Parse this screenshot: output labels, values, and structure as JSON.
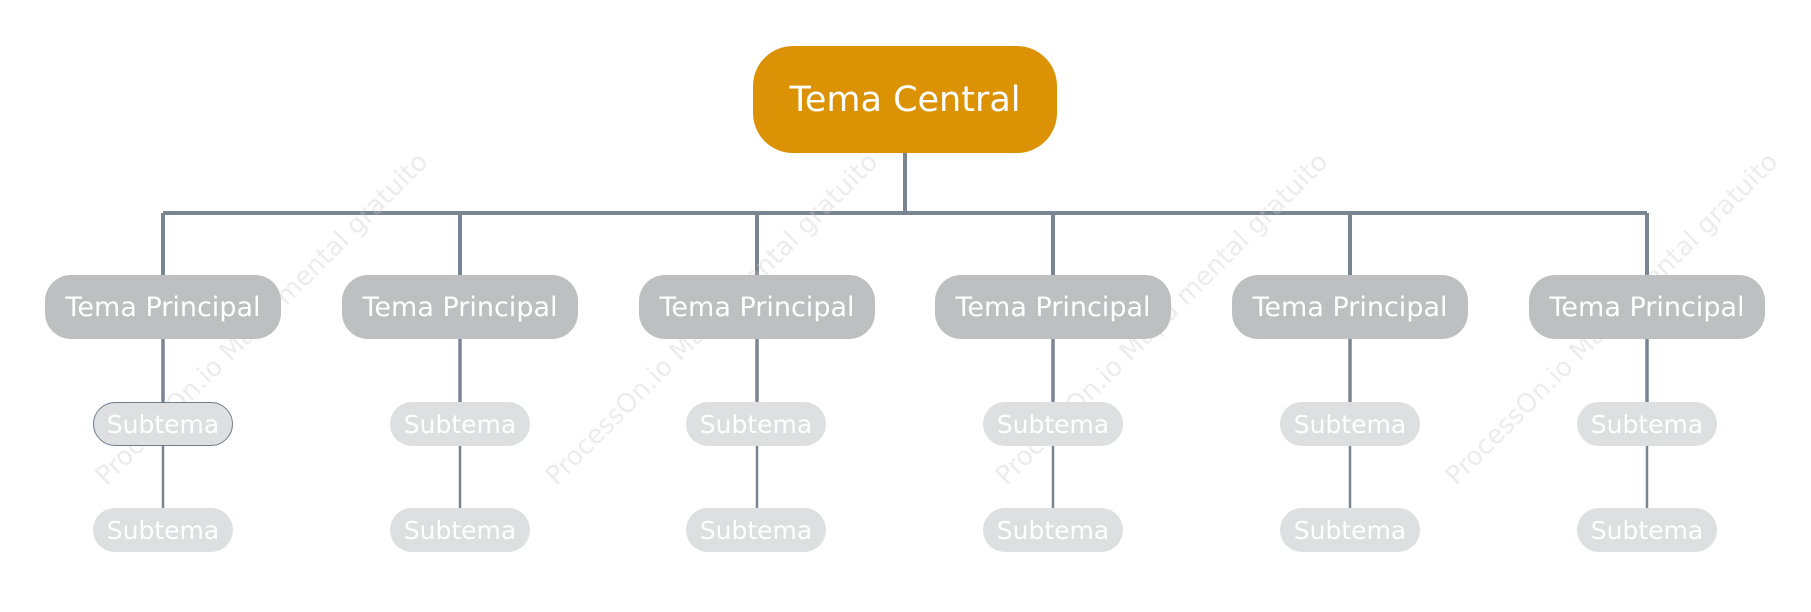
{
  "diagram": {
    "central": {
      "label": "Tema Central",
      "color": "#DB9305"
    },
    "branches": [
      {
        "label": "Tema Principal",
        "subtopics": [
          "Subtema",
          "Subtema"
        ]
      },
      {
        "label": "Tema Principal",
        "subtopics": [
          "Subtema",
          "Subtema"
        ]
      },
      {
        "label": "Tema Principal",
        "subtopics": [
          "Subtema",
          "Subtema"
        ]
      },
      {
        "label": "Tema Principal",
        "subtopics": [
          "Subtema",
          "Subtema"
        ]
      },
      {
        "label": "Tema Principal",
        "subtopics": [
          "Subtema",
          "Subtema"
        ]
      },
      {
        "label": "Tema Principal",
        "subtopics": [
          "Subtema",
          "Subtema"
        ]
      }
    ],
    "connector_color": "#7A8594",
    "main_color": "#BEBFC1",
    "sub_color": "#DEDFE1",
    "selected_subtopic": "branch-1-subtopic-1"
  },
  "watermark": {
    "text": "ProcessOn.io Mapa mental gratuito"
  }
}
